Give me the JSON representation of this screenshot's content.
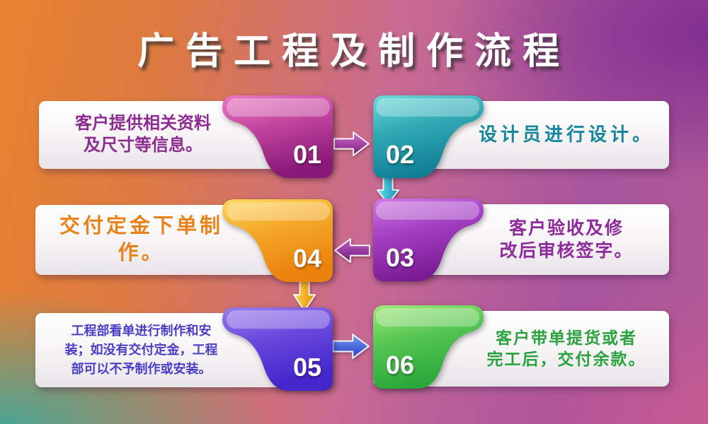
{
  "title": "广告工程及制作流程",
  "palette": {
    "background_orange": "#e8822e",
    "background_purple": "#8e3a98",
    "background_teal": "#3aa89e",
    "background_pink": "#c86a92",
    "title_color": "#ffffff",
    "card_background": "#ffffff"
  },
  "steps": [
    {
      "number": "01",
      "text": "客户提供相关资料\n及尺寸等信息。",
      "text_color": "#8e2b90",
      "tab_color_top": "#ea79c4",
      "tab_color_bottom": "#8a1a7a"
    },
    {
      "number": "02",
      "text": "设计员进行设计。",
      "text_color": "#16869c",
      "tab_color_top": "#6fd9da",
      "tab_color_bottom": "#0f7e95"
    },
    {
      "number": "03",
      "text": "客户验收及修\n改后审核签字。",
      "text_color": "#8e2b9a",
      "tab_color_top": "#cf7ae2",
      "tab_color_bottom": "#7a1a92"
    },
    {
      "number": "04",
      "text": "交付定金下单制作。",
      "text_color": "#e8831a",
      "tab_color_top": "#fcd95e",
      "tab_color_bottom": "#ec820e"
    },
    {
      "number": "05",
      "text": "工程部看单进行制作和安\n装；如没有交付定金，工程\n部可以不予制作或安装。",
      "text_color": "#4a3ec6",
      "tab_color_top": "#9a7cec",
      "tab_color_bottom": "#4326cc"
    },
    {
      "number": "06",
      "text": "客户带单提货或者\n完工后，交付余款。",
      "text_color": "#2aa23e",
      "tab_color_top": "#a0e878",
      "tab_color_bottom": "#28a838"
    }
  ],
  "arrows": [
    {
      "name": "arrow-01-to-02",
      "direction": "right",
      "color": "#7a1a80"
    },
    {
      "name": "arrow-02-to-03",
      "direction": "down",
      "color": "#1390b4"
    },
    {
      "name": "arrow-03-to-04",
      "direction": "left",
      "color": "#6f1a7e"
    },
    {
      "name": "arrow-04-to-05",
      "direction": "down",
      "color": "#ec8a0c"
    },
    {
      "name": "arrow-05-to-06",
      "direction": "right",
      "color": "#2238c2"
    }
  ]
}
